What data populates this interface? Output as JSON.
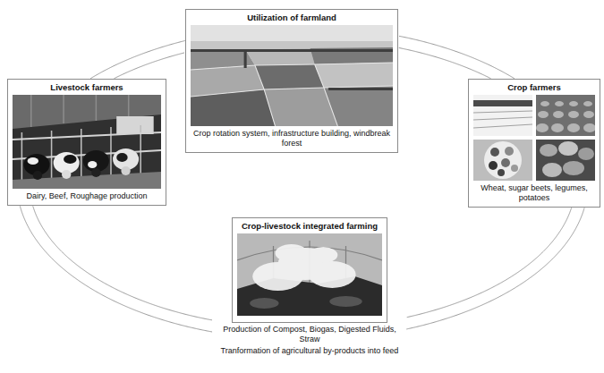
{
  "diagram": {
    "nodes": [
      {
        "text": [
          "Utilization of farmland",
          "Crop rotation system, infrastructure building, windbreak forest"
        ]
      },
      {
        "text": [
          "Livestock farmers",
          "Dairy, Beef, Roughage production"
        ]
      },
      {
        "text": [
          "Crop farmers",
          "Wheat, sugar beets, legumes, potatoes"
        ]
      },
      {
        "text": [
          "Crop-livestock integrated farming",
          "Production of Compost, Biogas, Digested Fluids, Straw",
          "Tranformation of agricultural by-products into feed"
        ]
      }
    ],
    "edges": [
      {
        "from": 1,
        "to": 0,
        "arrow": "none"
      },
      {
        "from": 0,
        "to": 2,
        "arrow": "none"
      },
      {
        "from": 2,
        "to": 3,
        "arrow": "none"
      },
      {
        "from": 3,
        "to": 1,
        "arrow": "none"
      }
    ]
  }
}
